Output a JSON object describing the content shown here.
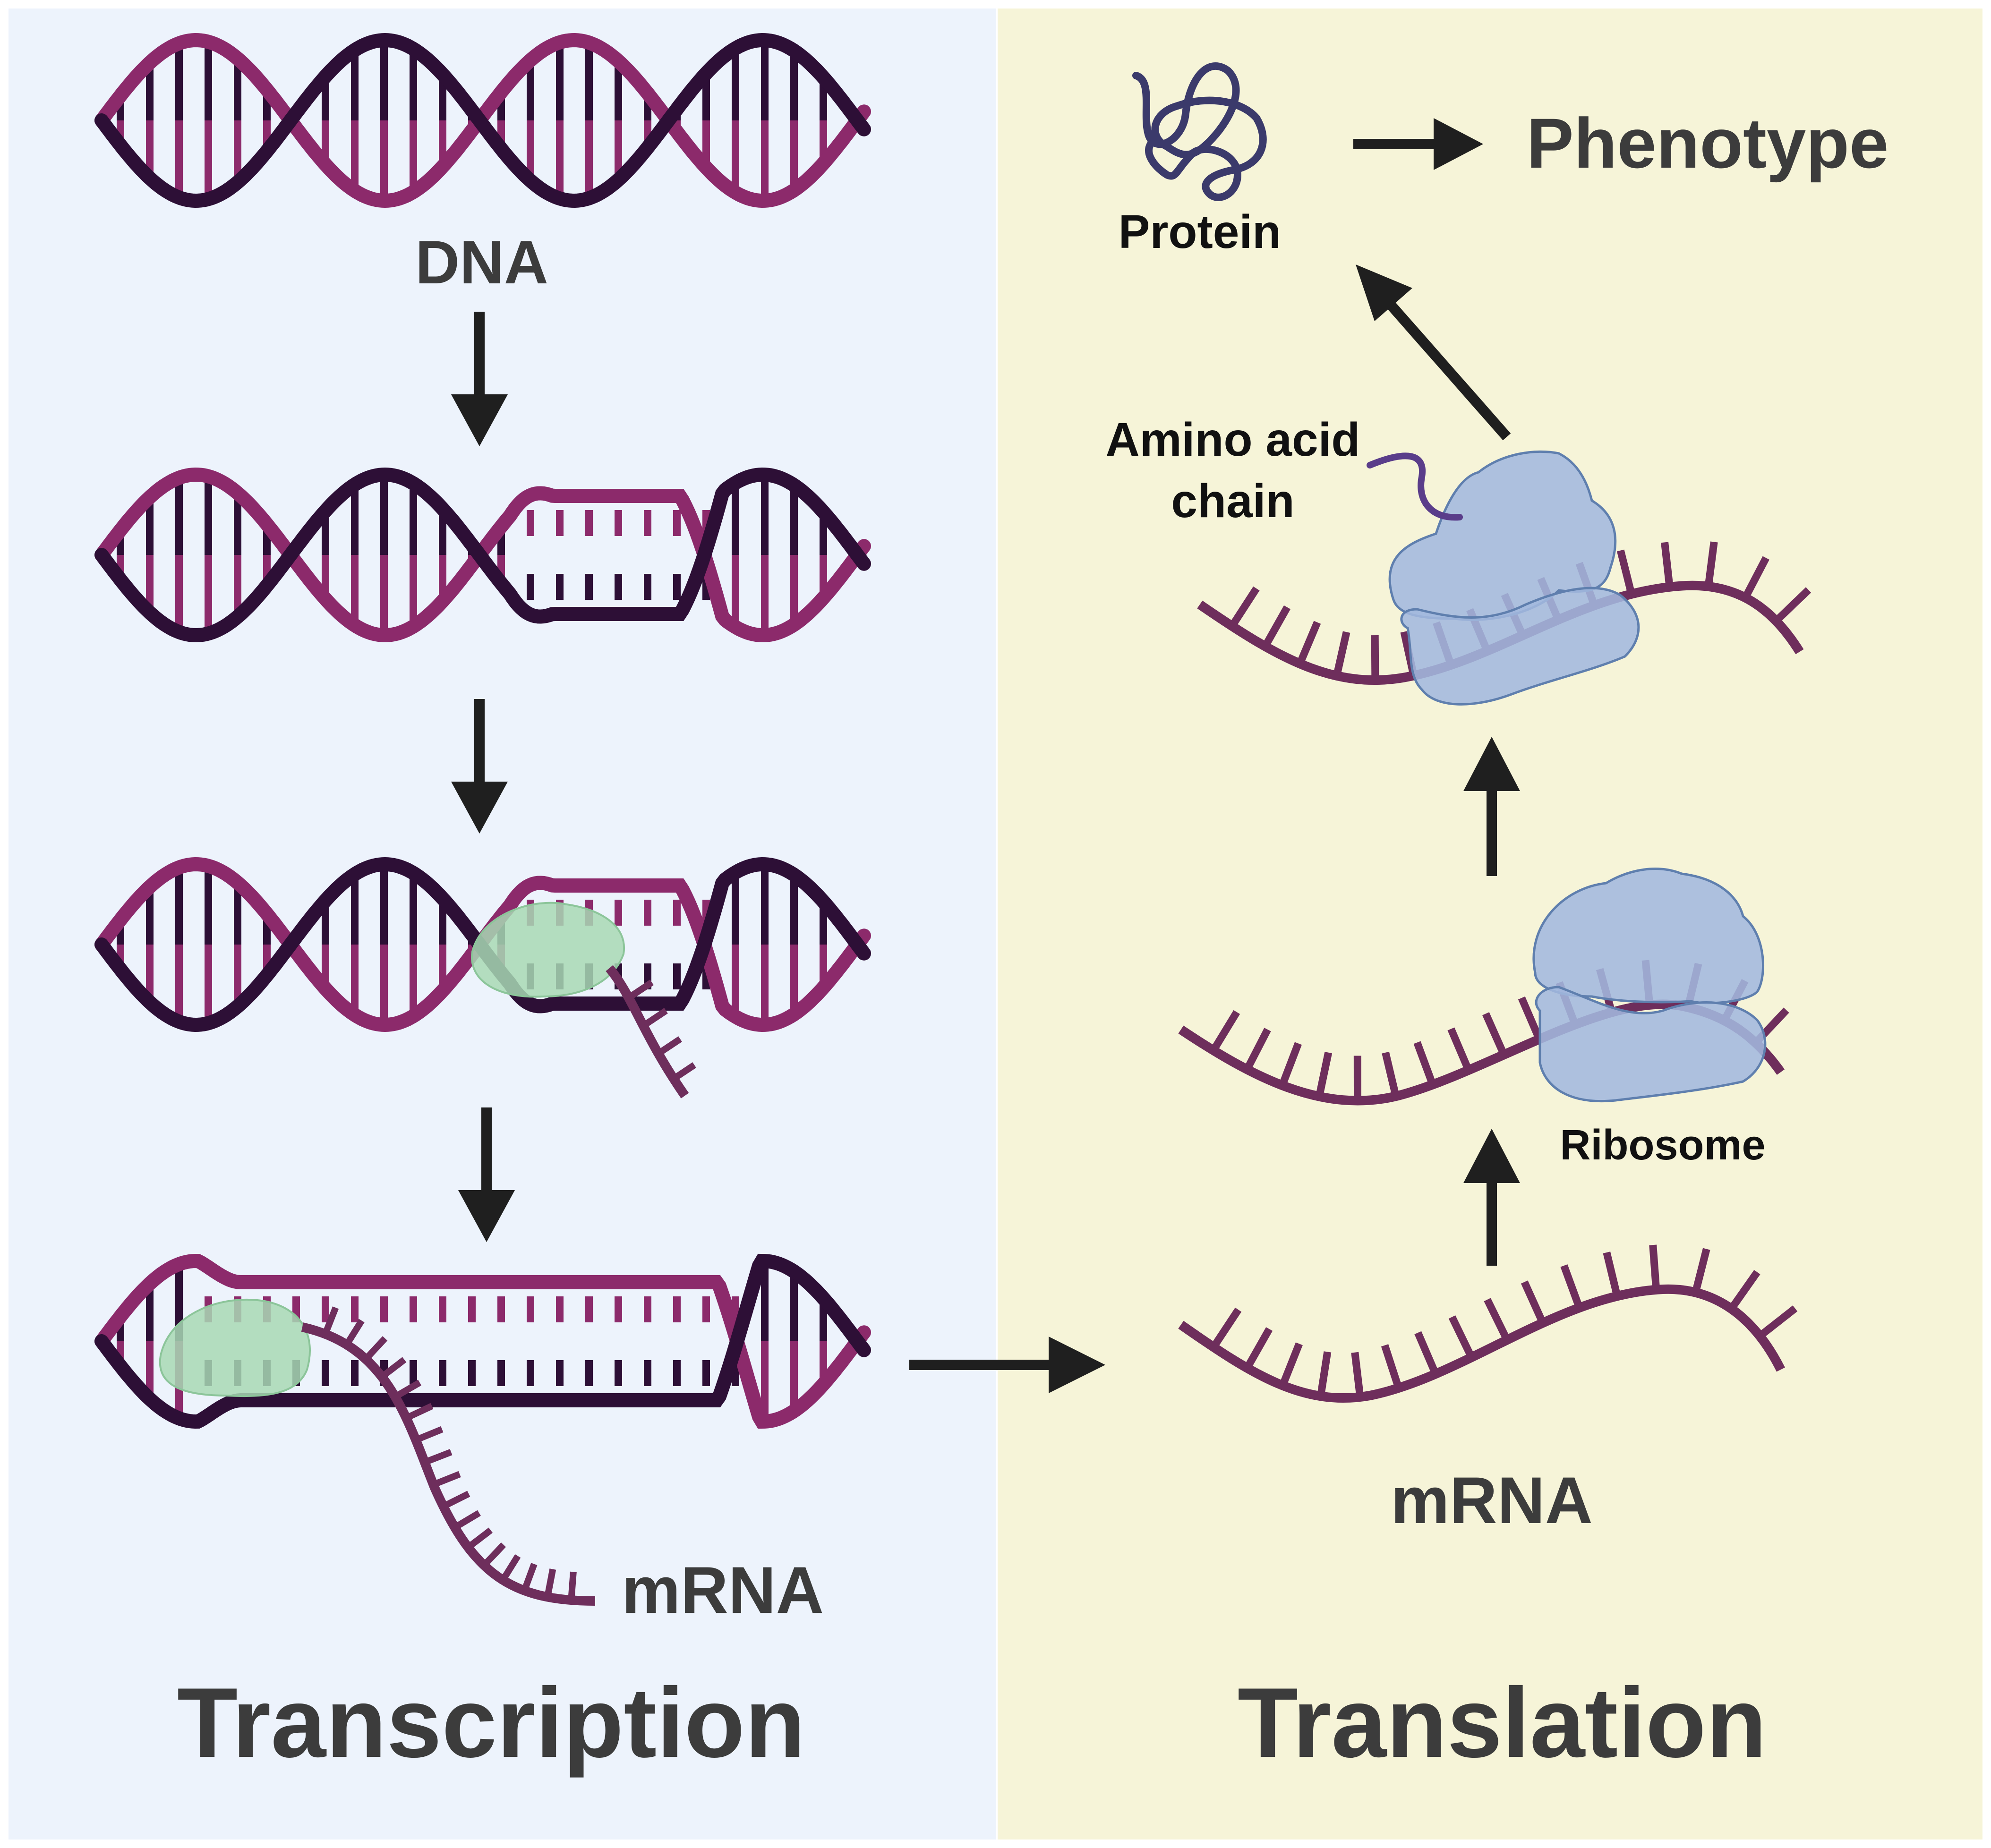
{
  "colors": {
    "left_panel_bg": "#edf3fc",
    "right_panel_bg": "#f6f4d8",
    "dna_dark_strand": "#2d0f36",
    "dna_light_strand": "#8c2a6b",
    "mrna_strand": "#6e2e5c",
    "rna_polymerase": "#a8d8b4",
    "ribosome": "#a3b8de",
    "ribosome_outline": "#5f7fae",
    "protein": "#3b3a6b",
    "arrow": "#1f1f1f",
    "label_text": "#3c3c3c"
  },
  "icons": [
    "dna-double-helix-icon",
    "rna-polymerase-icon",
    "mrna-strand-icon",
    "ribosome-icon",
    "protein-icon",
    "arrow-icon"
  ],
  "labels": {
    "dna": "DNA",
    "mrna_transcription": "mRNA",
    "transcription_title": "Transcription",
    "protein": "Protein",
    "phenotype": "Phenotype",
    "amino_acid_line1": "Amino acid",
    "amino_acid_line2": "chain",
    "ribosome": "Ribosome",
    "mrna_translation": "mRNA",
    "translation_title": "Translation"
  }
}
